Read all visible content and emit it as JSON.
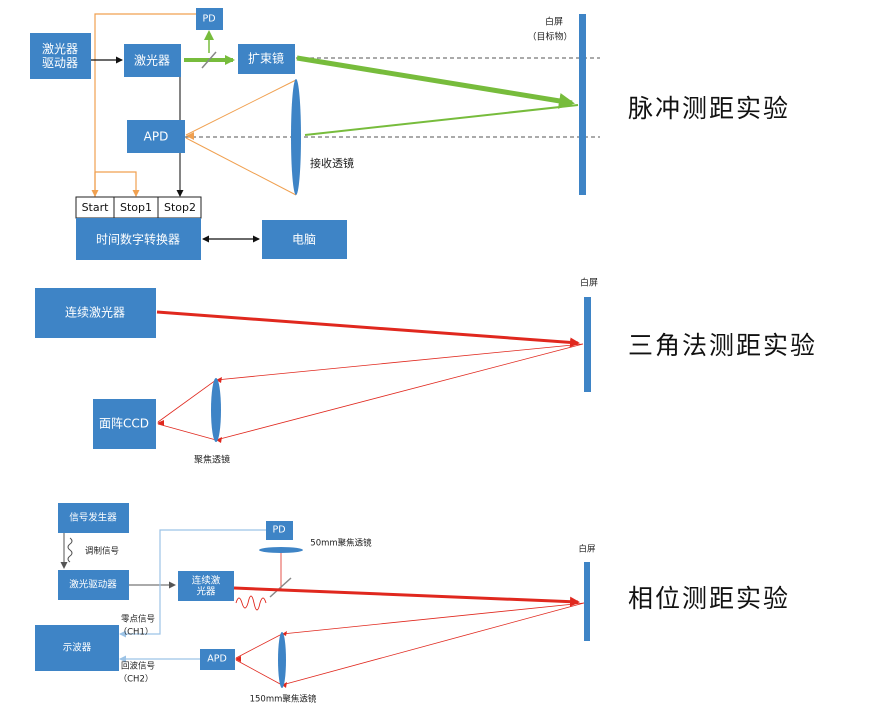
{
  "pulse": {
    "title": "脉冲测距实验",
    "laser_driver": "激光器\n驱动器",
    "laser": "激光器",
    "pd": "PD",
    "expander": "扩束镜",
    "apd": "APD",
    "receive_lens": "接收透镜",
    "screen": "白屏",
    "screen_sub": "（目标物）",
    "tdc_cells": [
      "Start",
      "Stop1",
      "Stop2"
    ],
    "tdc": "时间数字转换器",
    "computer": "电脑"
  },
  "triangulation": {
    "title": "三角法测距实验",
    "laser": "连续激光器",
    "ccd": "面阵CCD",
    "lens": "聚焦透镜",
    "screen": "白屏"
  },
  "phase": {
    "title": "相位测距实验",
    "signal_gen": "信号发生器",
    "mod_signal": "调制信号",
    "laser_driver": "激光驱动器",
    "cw_laser": "连续激\n光器",
    "pd": "PD",
    "lens50": "50mm聚焦透镜",
    "screen": "白屏",
    "oscilloscope": "示波器",
    "zero_signal": "零点信号",
    "ch1": "（CH1）",
    "echo_signal": "回波信号",
    "ch2": "（CH2）",
    "apd": "APD",
    "lens150": "150mm聚焦透镜"
  },
  "colors": {
    "box_blue": "#3E84C6",
    "green_beam": "#77BC3C",
    "red_beam": "#E0281E",
    "orange_wire": "#F4A460",
    "light_blue_wire": "#9CC3E6"
  }
}
